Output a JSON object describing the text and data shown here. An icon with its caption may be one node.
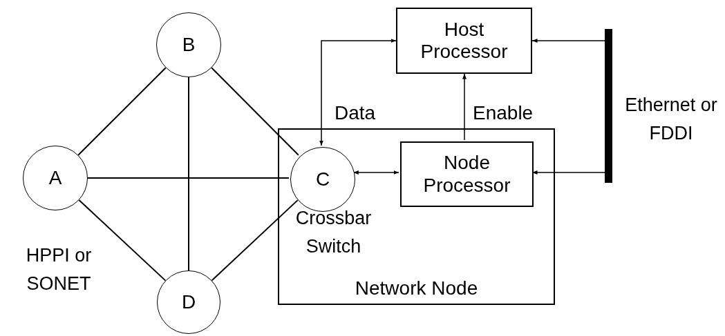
{
  "diagram": {
    "nodes": [
      {
        "text": [
          "B"
        ]
      },
      {
        "text": [
          "Host Processor"
        ]
      },
      {
        "text": [
          "A"
        ]
      },
      {
        "text": [
          "Network Node"
        ]
      },
      {
        "text": [
          "C"
        ],
        "in": 3,
        "beside": [
          "Crossbar Switch"
        ]
      },
      {
        "text": [
          "Node Processor"
        ],
        "in": 3
      },
      {
        "text": [],
        "shape": "bar",
        "beside": [
          "Ethernet or FDDI"
        ]
      },
      {
        "text": [
          "D"
        ]
      }
    ],
    "edges": [
      {
        "from": 2,
        "to": 0,
        "arrow": "none"
      },
      {
        "from": 2,
        "to": 4,
        "arrow": "none"
      },
      {
        "from": 2,
        "to": 7,
        "arrow": "none"
      },
      {
        "from": 0,
        "to": 4,
        "arrow": "none"
      },
      {
        "from": 0,
        "to": 7,
        "arrow": "none"
      },
      {
        "from": 4,
        "to": 7,
        "arrow": "none"
      },
      {
        "from": 4,
        "to": 1,
        "arrow": "both",
        "label": "Data"
      },
      {
        "from": 5,
        "to": 1,
        "arrow": "to",
        "label": "Enable"
      },
      {
        "from": 4,
        "to": 5,
        "arrow": "both"
      },
      {
        "from": 6,
        "to": 1,
        "arrow": "to"
      },
      {
        "from": 6,
        "to": 5,
        "arrow": "to"
      }
    ],
    "labels": [
      "HPPI or SONET"
    ]
  }
}
